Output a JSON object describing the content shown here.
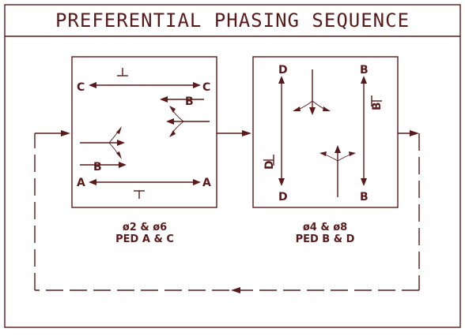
{
  "title": "PREFERENTIAL PHASING SEQUENCE",
  "colors": {
    "line": "#5a1a1a",
    "background": "#ffffff"
  },
  "phase_left": {
    "labels": {
      "c_left": "C",
      "c_right": "C",
      "a_left": "A",
      "a_right": "A",
      "ped_b_top": "B",
      "ped_b_bottom": "B"
    },
    "caption_line1": "ø2 & ø6",
    "caption_line2": "PED A & C"
  },
  "phase_right": {
    "labels": {
      "d_top": "D",
      "d_bottom": "D",
      "b_top": "B",
      "b_bottom": "B",
      "ped_d": "D",
      "ped_b": "B"
    },
    "caption_line1": "ø4 & ø8",
    "caption_line2": "PED B & D"
  }
}
